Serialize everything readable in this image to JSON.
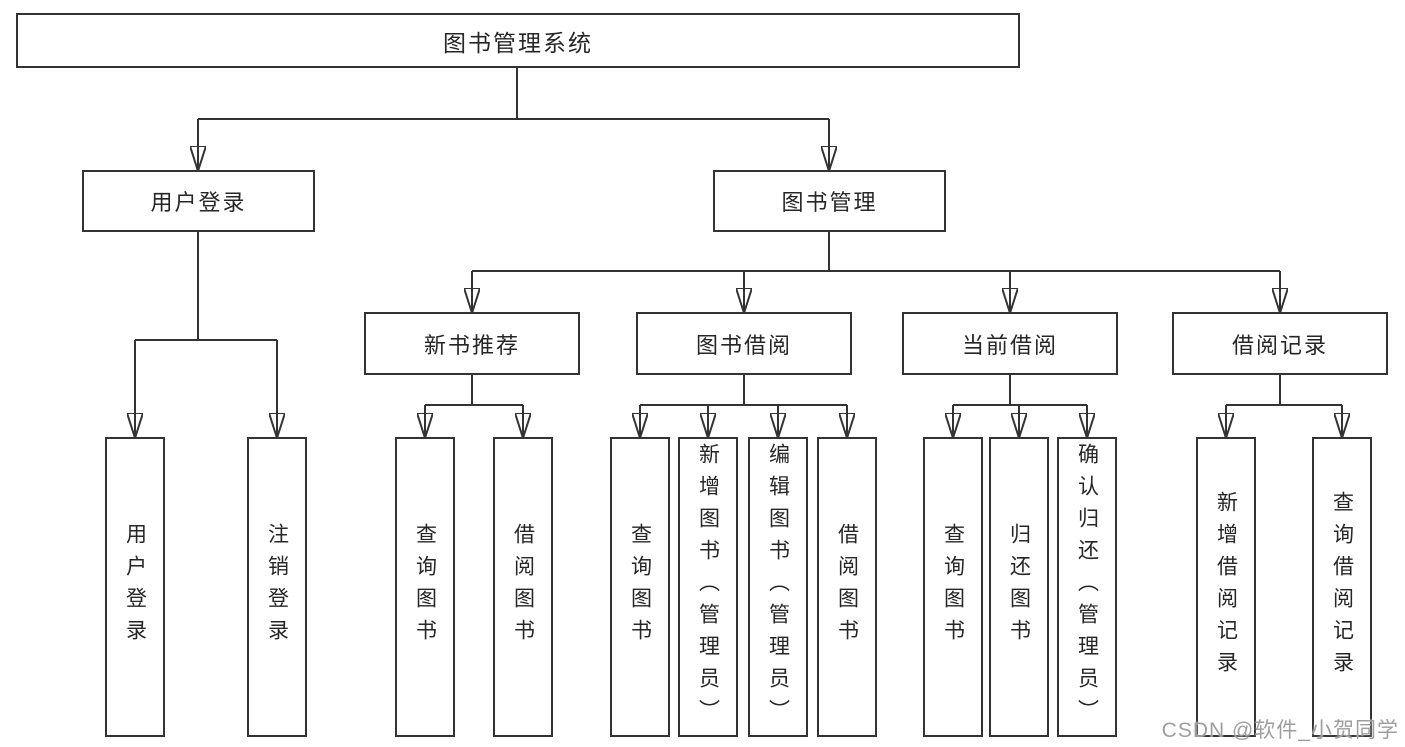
{
  "colors": {
    "line": "#333333",
    "text": "#262626",
    "box_fill": "#ffffff",
    "background": "#ffffff",
    "watermark": "#9e9e9e"
  },
  "watermark": {
    "text": "CSDN @软件_小贺同学"
  },
  "diagram": {
    "type": "hierarchy-tree",
    "root": {
      "label": "图书管理系统"
    },
    "branches": [
      {
        "label": "用户登录",
        "children": [
          {
            "label": "用户登录"
          },
          {
            "label": "注销登录"
          }
        ]
      },
      {
        "label": "图书管理",
        "children": [
          {
            "label": "新书推荐",
            "children": [
              {
                "label": "查询图书"
              },
              {
                "label": "借阅图书"
              }
            ]
          },
          {
            "label": "图书借阅",
            "children": [
              {
                "label": "查询图书"
              },
              {
                "label": "新增图书（管理员）"
              },
              {
                "label": "编辑图书（管理员）"
              },
              {
                "label": "借阅图书"
              }
            ]
          },
          {
            "label": "当前借阅",
            "children": [
              {
                "label": "查询图书"
              },
              {
                "label": "归还图书"
              },
              {
                "label": "确认归还（管理员）"
              }
            ]
          },
          {
            "label": "借阅记录",
            "children": [
              {
                "label": "新增借阅记录"
              },
              {
                "label": "查询借阅记录"
              }
            ]
          }
        ]
      }
    ]
  }
}
